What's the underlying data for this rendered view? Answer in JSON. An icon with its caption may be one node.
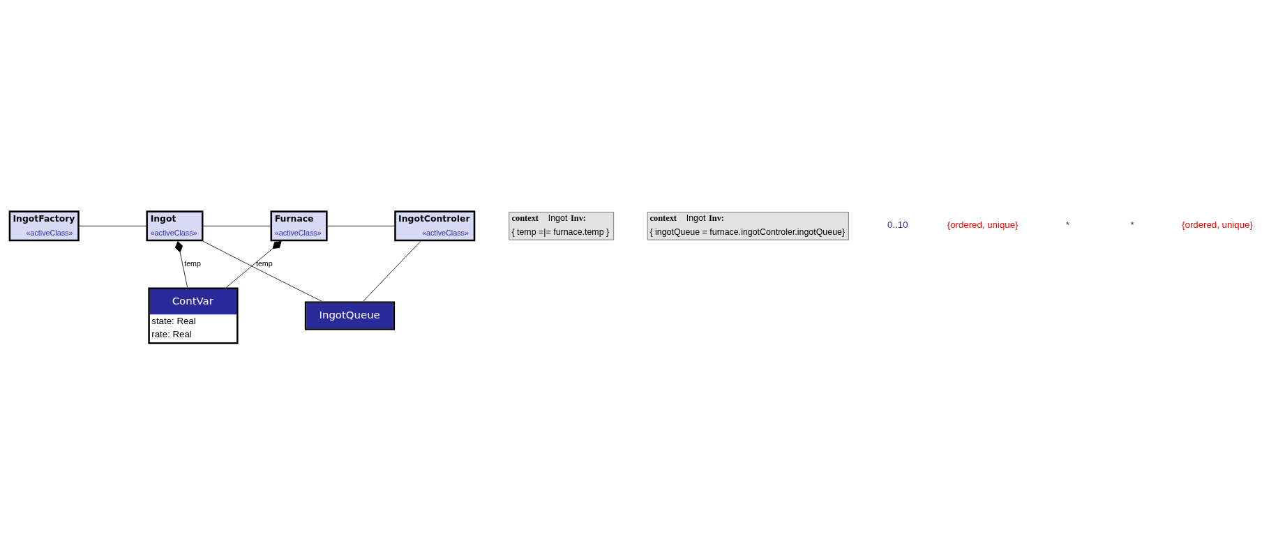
{
  "diagram": {
    "nodes": [
      {
        "text": [
          "IngotFactory",
          "«activeClass»"
        ]
      },
      {
        "text": [
          "Ingot",
          "«activeClass»"
        ]
      },
      {
        "text": [
          "Furnace",
          "«activeClass»"
        ]
      },
      {
        "text": [
          "IngotControler",
          "«activeClass»"
        ]
      },
      {
        "text": [
          "ContVar",
          "state: Real",
          "rate: Real"
        ]
      },
      {
        "text": [
          "IngotQueue"
        ]
      },
      {
        "text": [
          "**context** Ingot **Inv:**",
          "{ temp =|= furnace.temp }"
        ]
      },
      {
        "text": [
          "**context** Ingot **Inv:**",
          "{ ingotQueue = furnace.ingotControler.ingotQueue}"
        ]
      }
    ],
    "edges": [
      {
        "from": 0,
        "to": 1,
        "arrow": "none"
      },
      {
        "from": 1,
        "to": 2,
        "arrow": "none"
      },
      {
        "from": 2,
        "to": 3,
        "arrow": "none"
      },
      {
        "from": 4,
        "to": 1,
        "arrow": "other",
        "label": "temp"
      },
      {
        "from": 4,
        "to": 2,
        "arrow": "other",
        "label": "temp"
      },
      {
        "from": 3,
        "to": 5,
        "arrow": "none"
      },
      {
        "from": 1,
        "to": 5,
        "arrow": "none"
      }
    ],
    "labels": [
      "0..10",
      "{ordered, unique}",
      "*",
      "*",
      "{ordered, unique}"
    ]
  }
}
